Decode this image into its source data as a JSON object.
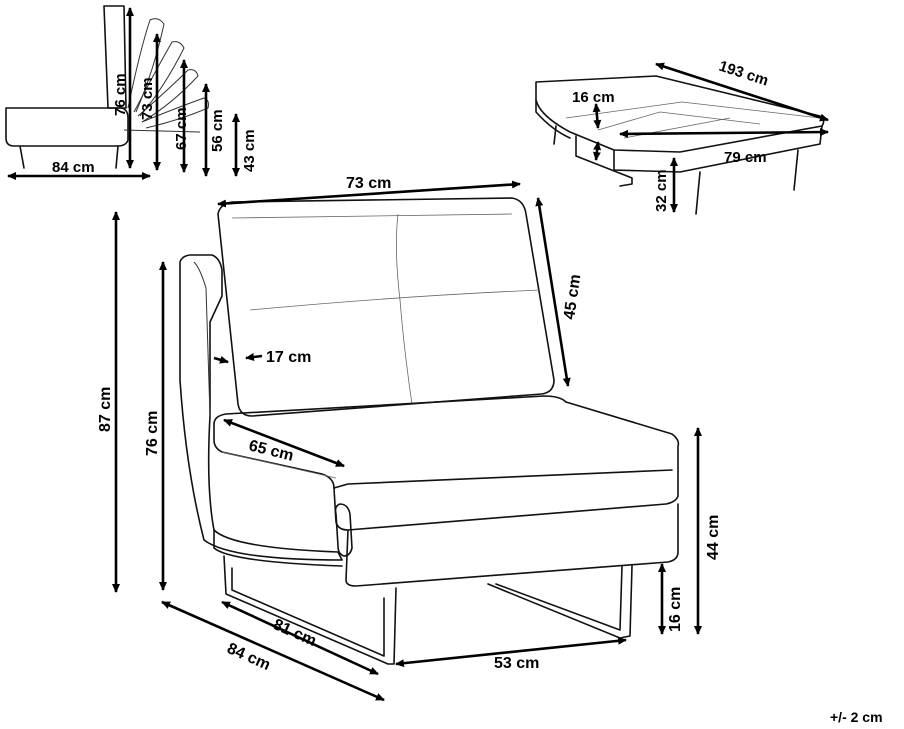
{
  "dimensions": {
    "side_length": "84 cm",
    "recline_76": "76 cm",
    "recline_73": "73 cm",
    "recline_67": "67 cm",
    "recline_56": "56 cm",
    "recline_43": "43 cm",
    "bed_length": "193 cm",
    "bed_16": "16 cm",
    "bed_79": "79 cm",
    "bed_32": "32 cm",
    "width": "73 cm",
    "back_height": "45 cm",
    "arm": "17 cm",
    "seat_depth": "65 cm",
    "total_height": "87 cm",
    "arm_height": "76 cm",
    "seat_height": "44 cm",
    "leg_height": "16 cm",
    "depth_84": "84 cm",
    "depth_81": "81 cm",
    "base_width": "53 cm"
  },
  "tolerance": "+/- 2 cm"
}
